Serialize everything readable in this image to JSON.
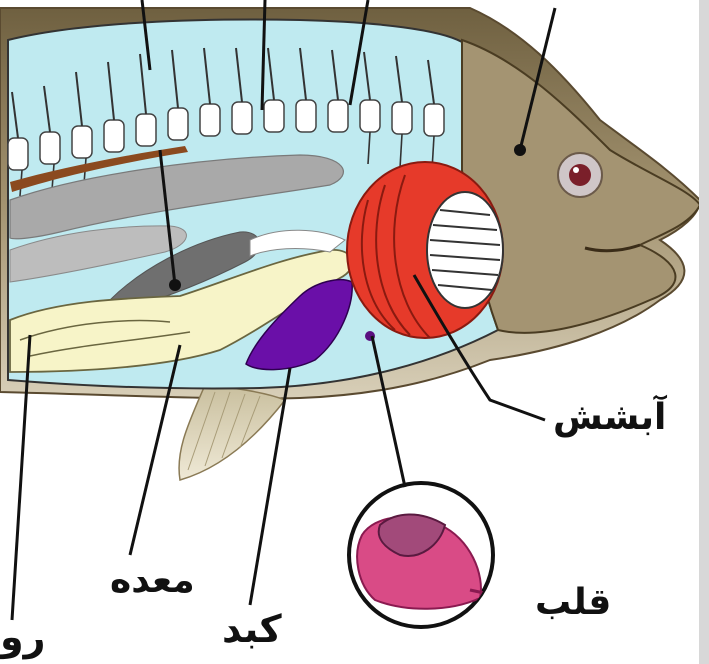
{
  "labels": {
    "gills": "آبشش",
    "heart": "قلب",
    "liver": "کبد",
    "stomach": "معده",
    "intestine": "رو"
  },
  "colors": {
    "body_cavity": "#bfeaf0",
    "gills": "#e63a2a",
    "liver": "#6a0fa8",
    "stomach_intestine": "#f7f4c8",
    "swim_bladder": "#a9a9a9",
    "kidney": "#8b4a1f",
    "fish_skin": "#9b8a63",
    "heart": "#d94b86"
  }
}
